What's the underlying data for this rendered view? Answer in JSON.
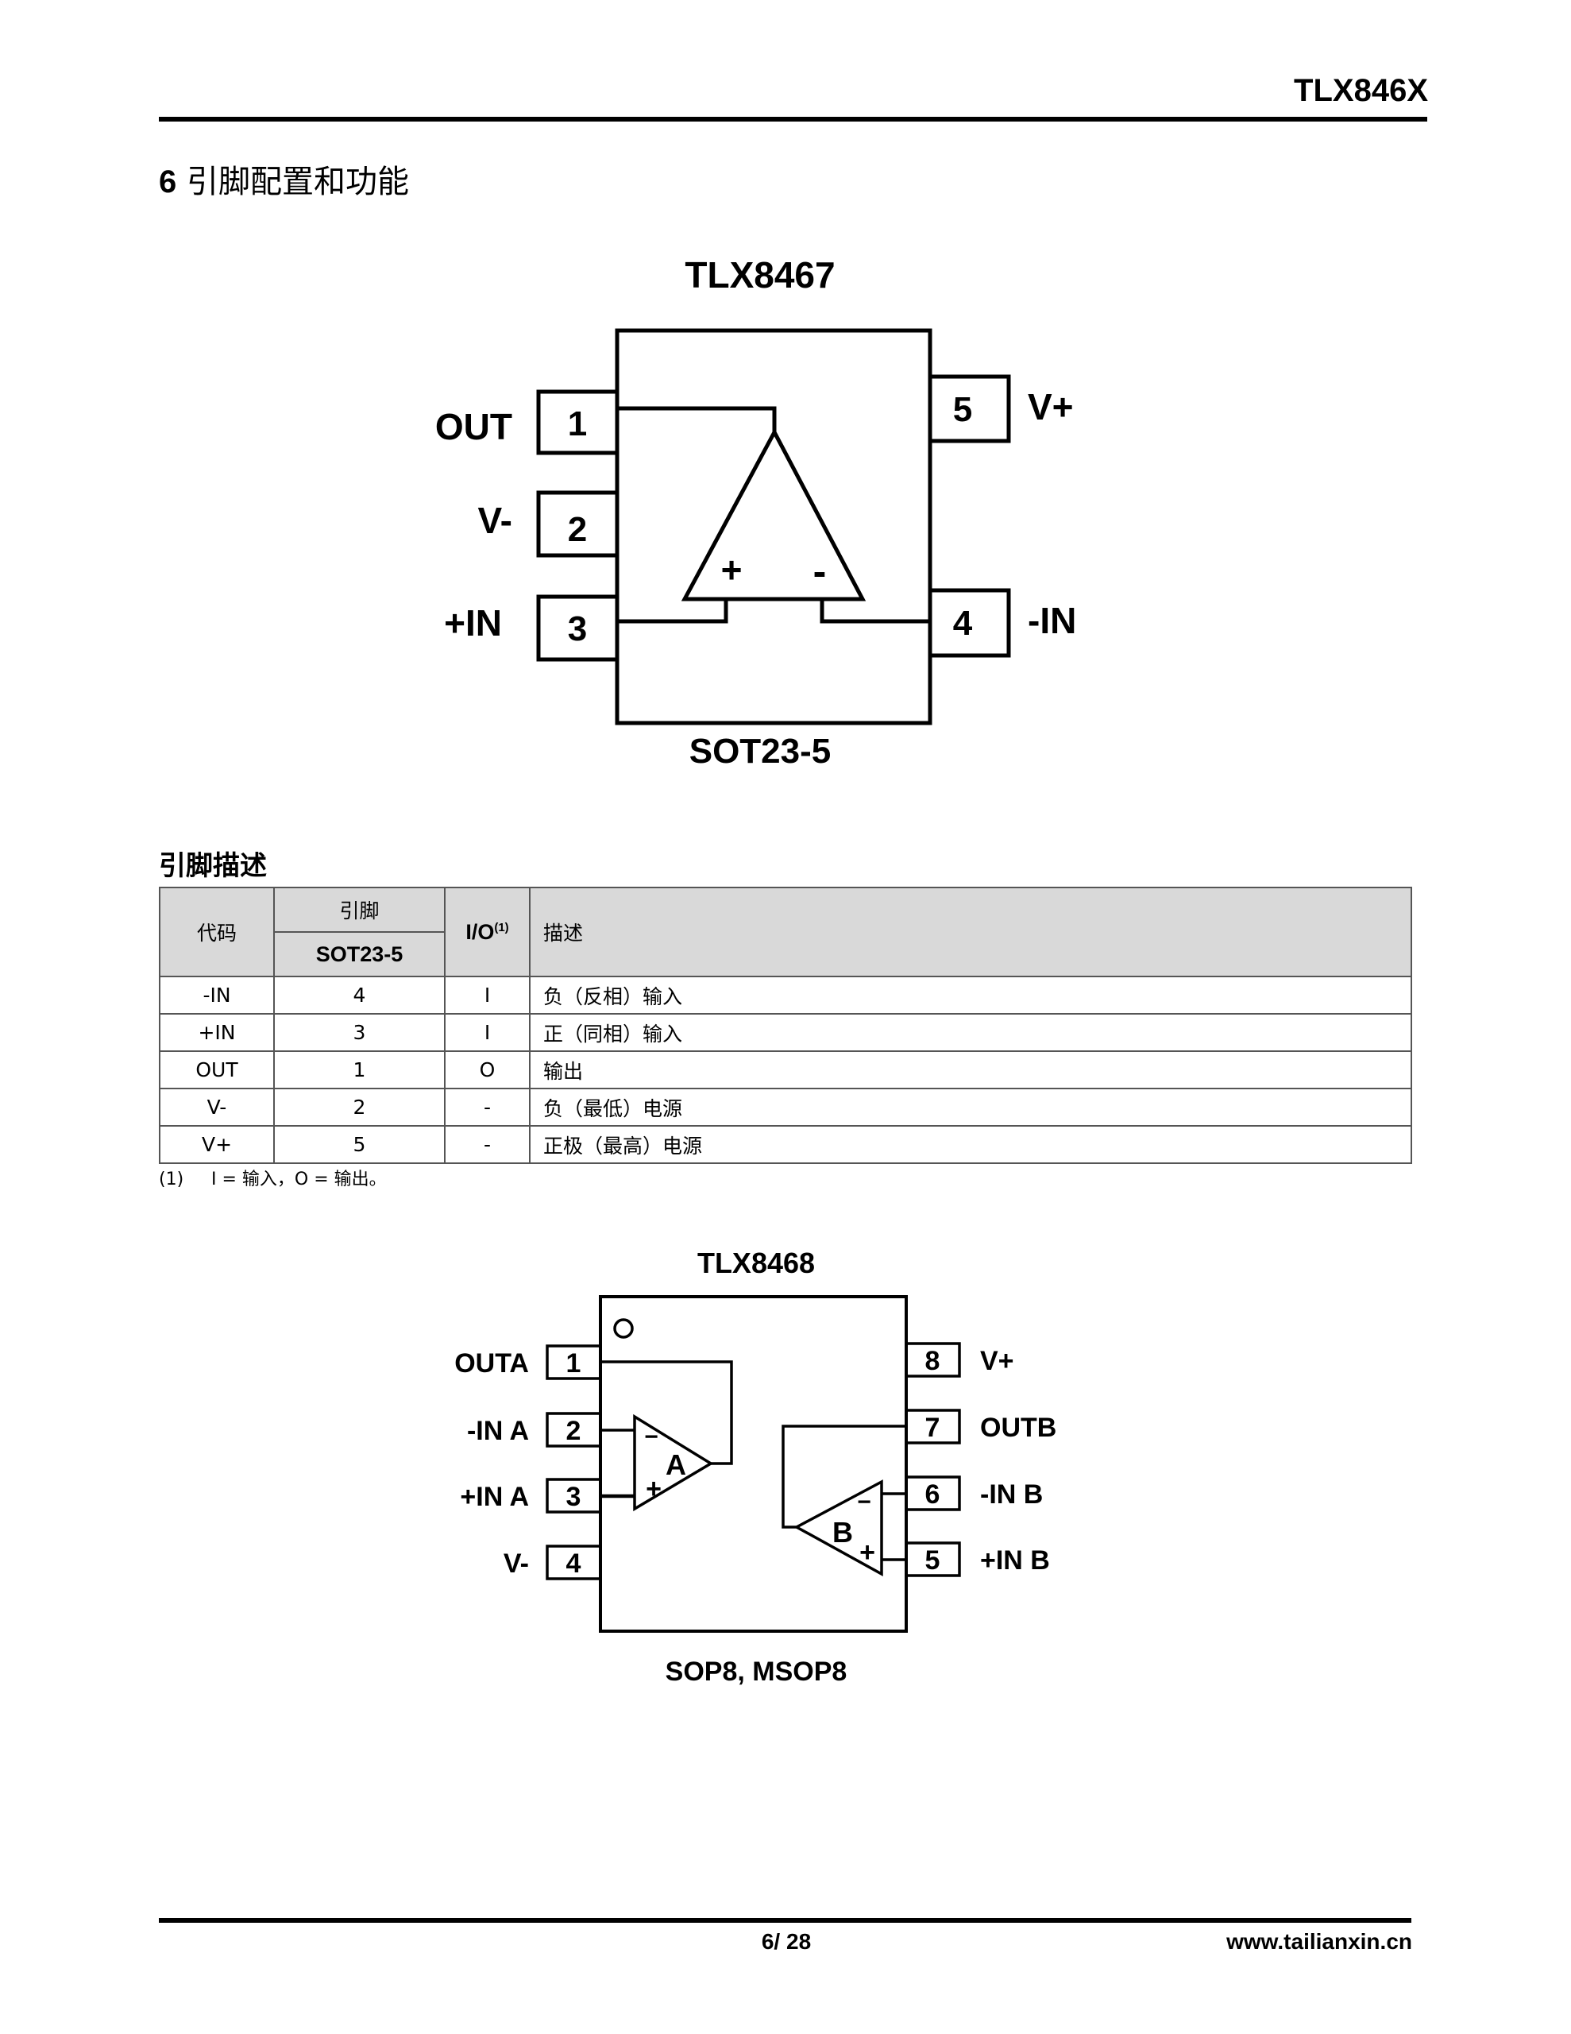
{
  "header": {
    "doc_id": "TLX846X"
  },
  "section": {
    "number": "6",
    "title": "引脚配置和功能"
  },
  "diagram1": {
    "title": "TLX8467",
    "package": "SOT23-5",
    "pins_left": [
      {
        "num": "1",
        "label": "OUT"
      },
      {
        "num": "2",
        "label": "V-"
      },
      {
        "num": "3",
        "label": "+IN"
      }
    ],
    "pins_right": [
      {
        "num": "5",
        "label": "V+"
      },
      {
        "num": "4",
        "label": "-IN"
      }
    ],
    "opamp": {
      "plus": "+",
      "minus": "-"
    }
  },
  "pin_table": {
    "title": "引脚描述",
    "headers": {
      "code": "代码",
      "pin": "引脚",
      "package": "SOT23-5",
      "io": "I/O",
      "io_note": "(1)",
      "desc": "描述"
    },
    "rows": [
      {
        "code": "-IN",
        "pin": "4",
        "io": "I",
        "desc": "负（反相）输入"
      },
      {
        "code": "+IN",
        "pin": "3",
        "io": "I",
        "desc": "正（同相）输入"
      },
      {
        "code": "OUT",
        "pin": "1",
        "io": "O",
        "desc": "输出"
      },
      {
        "code": "V-",
        "pin": "2",
        "io": "-",
        "desc": "负（最低）电源"
      },
      {
        "code": "V+",
        "pin": "5",
        "io": "-",
        "desc": "正极（最高）电源"
      }
    ],
    "footnote": {
      "num": "(1)",
      "text": "I = 输入，O = 输出。"
    }
  },
  "diagram2": {
    "title": "TLX8468",
    "package": "SOP8, MSOP8",
    "pin1_marker": "O",
    "pins_left": [
      {
        "num": "1",
        "label": "OUTA"
      },
      {
        "num": "2",
        "label": "-IN A"
      },
      {
        "num": "3",
        "label": "+IN A"
      },
      {
        "num": "4",
        "label": "V-"
      }
    ],
    "pins_right": [
      {
        "num": "8",
        "label": "V+"
      },
      {
        "num": "7",
        "label": "OUTB"
      },
      {
        "num": "6",
        "label": "-IN B"
      },
      {
        "num": "5",
        "label": "+IN B"
      }
    ],
    "opamp_a": {
      "name": "A",
      "plus": "+",
      "minus": "−"
    },
    "opamp_b": {
      "name": "B",
      "plus": "+",
      "minus": "−"
    }
  },
  "footer": {
    "page": "6/ 28",
    "url": "www.tailianxin.cn"
  }
}
